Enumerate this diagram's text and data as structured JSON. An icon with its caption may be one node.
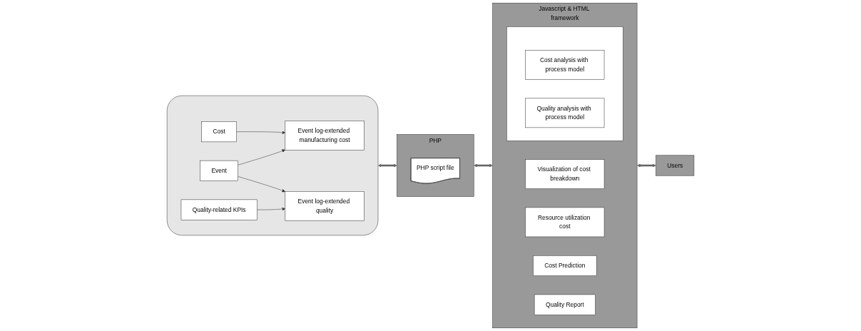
{
  "diagram": {
    "nodes": [
      {
        "text": [],
        "shape": "cylinder"
      },
      {
        "text": [
          "Cost"
        ],
        "in": 0
      },
      {
        "text": [
          "Event"
        ],
        "in": 0
      },
      {
        "text": [
          "Quality-related KPIs"
        ],
        "in": 0
      },
      {
        "text": [
          "Event log-extended manufacturing cost"
        ],
        "in": 0
      },
      {
        "text": [
          "Event log-extended quality"
        ],
        "in": 0
      },
      {
        "text": [
          "PHP"
        ]
      },
      {
        "text": [
          "PHP script file"
        ],
        "in": 6
      },
      {
        "text": [
          "Javascript & HTML framework"
        ]
      },
      {
        "text": [],
        "shape": "box",
        "in": 8
      },
      {
        "text": [
          "Cost analysis with process model"
        ],
        "in": 9
      },
      {
        "text": [
          "Quality analysis with process model"
        ],
        "in": 9
      },
      {
        "text": [
          "Visualization of cost breakdown"
        ],
        "in": 8
      },
      {
        "text": [
          "Resource utilization cost"
        ],
        "in": 8
      },
      {
        "text": [
          "Cost Prediction"
        ],
        "in": 8
      },
      {
        "text": [
          "Quality Report"
        ],
        "in": 8
      },
      {
        "text": [
          "Users"
        ]
      }
    ],
    "edges": [
      {
        "from": 1,
        "to": 4,
        "arrow": "to"
      },
      {
        "from": 2,
        "to": 4,
        "arrow": "to"
      },
      {
        "from": 2,
        "to": 5,
        "arrow": "to"
      },
      {
        "from": 3,
        "to": 5,
        "arrow": "to"
      },
      {
        "from": 0,
        "to": 6,
        "arrow": "both",
        "style": "thick",
        "color": "#666666"
      },
      {
        "from": 6,
        "to": 8,
        "arrow": "both",
        "style": "thick",
        "color": "#666666"
      },
      {
        "from": 8,
        "to": 16,
        "arrow": "both",
        "style": "thick",
        "color": "#666666"
      }
    ]
  }
}
